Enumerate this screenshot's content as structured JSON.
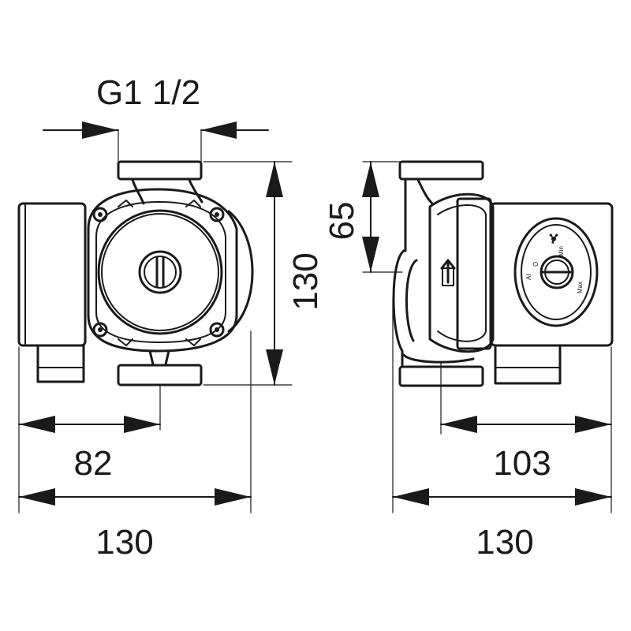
{
  "dimensions": {
    "thread": "G1 1/2",
    "front_height": "130",
    "front_width": "130",
    "front_offset": "82",
    "side_height": "65",
    "side_width": "130",
    "side_depth": "103"
  },
  "dial_labels": {
    "auto": "AI",
    "off": "O",
    "min": "Min",
    "max": "Max"
  }
}
